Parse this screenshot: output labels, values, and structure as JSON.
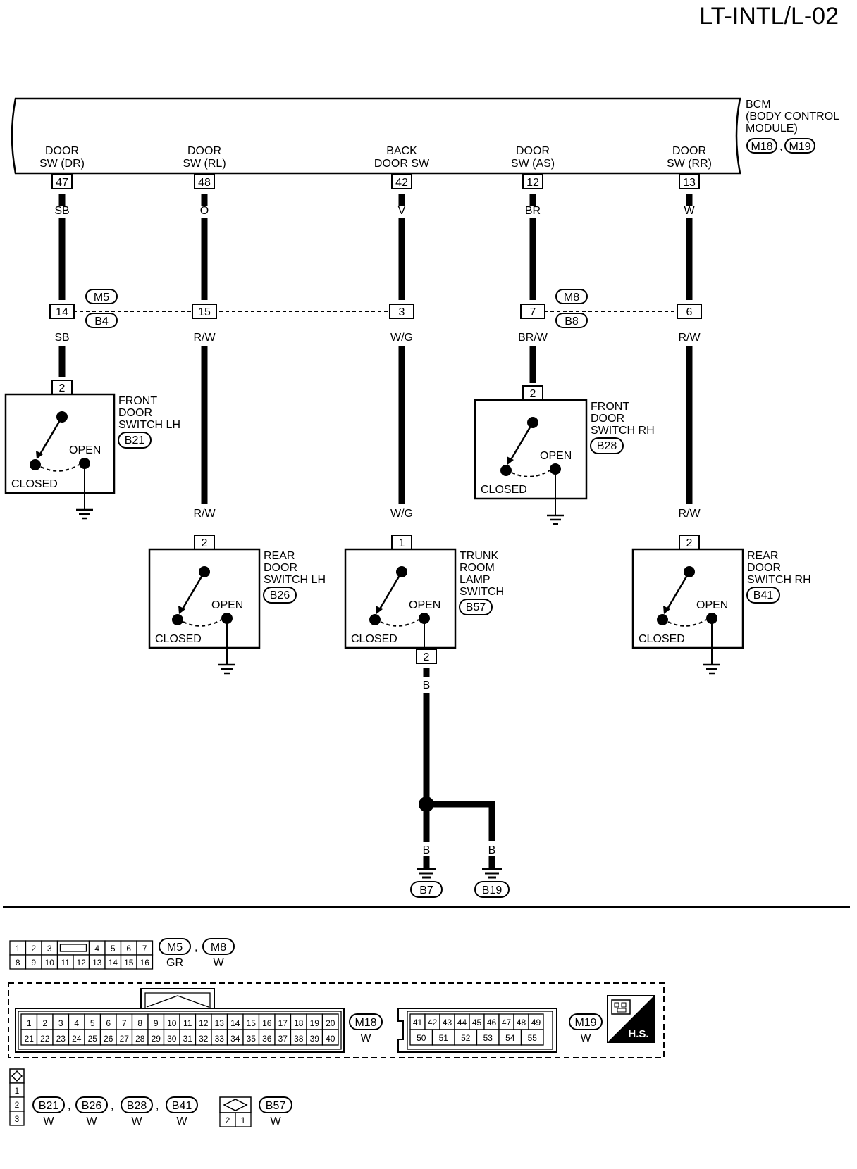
{
  "page_code": "LT-INTL/L-02",
  "bcm": {
    "label_lines": [
      "BCM",
      "(BODY CONTROL",
      "MODULE)"
    ],
    "connectors": [
      "M18",
      "M19"
    ],
    "terminals": [
      {
        "label_lines": [
          "DOOR",
          "SW (DR)"
        ],
        "pin": "47",
        "color_top": "SB",
        "joint_pin": "14",
        "color_bottom": "SB"
      },
      {
        "label_lines": [
          "DOOR",
          "SW (RL)"
        ],
        "pin": "48",
        "color_top": "O",
        "joint_pin": "15",
        "color_bottom": "R/W"
      },
      {
        "label_lines": [
          "BACK",
          "DOOR SW"
        ],
        "pin": "42",
        "color_top": "V",
        "joint_pin": "3",
        "color_bottom": "W/G"
      },
      {
        "label_lines": [
          "DOOR",
          "SW (AS)"
        ],
        "pin": "12",
        "color_top": "BR",
        "joint_pin": "7",
        "color_bottom": "BR/W"
      },
      {
        "label_lines": [
          "DOOR",
          "SW (RR)"
        ],
        "pin": "13",
        "color_top": "W",
        "joint_pin": "6",
        "color_bottom": "R/W"
      }
    ]
  },
  "joints": {
    "left": {
      "top": "M5",
      "bottom": "B4"
    },
    "right": {
      "top": "M8",
      "bottom": "B8"
    }
  },
  "switches": [
    {
      "id": "front-door-switch-lh",
      "name_lines": [
        "FRONT",
        "DOOR",
        "SWITCH LH"
      ],
      "connector": "B21",
      "pin": "2",
      "wire_in": "",
      "open": "OPEN",
      "closed": "CLOSED"
    },
    {
      "id": "rear-door-switch-lh",
      "name_lines": [
        "REAR",
        "DOOR",
        "SWITCH LH"
      ],
      "connector": "B26",
      "pin": "2",
      "wire_in": "R/W",
      "open": "OPEN",
      "closed": "CLOSED"
    },
    {
      "id": "trunk-room-lamp-switch",
      "name_lines": [
        "TRUNK",
        "ROOM",
        "LAMP",
        "SWITCH"
      ],
      "connector": "B57",
      "pin": "1",
      "pin_out": "2",
      "wire_in": "W/G",
      "wire_out": "B",
      "open": "OPEN",
      "closed": "CLOSED"
    },
    {
      "id": "front-door-switch-rh",
      "name_lines": [
        "FRONT",
        "DOOR",
        "SWITCH RH"
      ],
      "connector": "B28",
      "pin": "2",
      "wire_in": "",
      "open": "OPEN",
      "closed": "CLOSED"
    },
    {
      "id": "rear-door-switch-rh",
      "name_lines": [
        "REAR",
        "DOOR",
        "SWITCH RH"
      ],
      "connector": "B41",
      "pin": "2",
      "wire_in": "R/W",
      "open": "OPEN",
      "closed": "CLOSED"
    }
  ],
  "grounds": [
    {
      "wire": "B",
      "connector": "B7"
    },
    {
      "wire": "B",
      "connector": "B19"
    }
  ],
  "legend": {
    "m5_m8": {
      "row1": [
        "1",
        "2",
        "3",
        "",
        "4",
        "5",
        "6",
        "7"
      ],
      "row2": [
        "8",
        "9",
        "10",
        "11",
        "12",
        "13",
        "14",
        "15",
        "16"
      ],
      "connectors": [
        "M5",
        "M8"
      ],
      "colors": [
        "GR",
        "W"
      ]
    },
    "m18": {
      "row1": [
        "1",
        "2",
        "3",
        "4",
        "5",
        "6",
        "7",
        "8",
        "9",
        "10",
        "11",
        "12",
        "13",
        "14",
        "15",
        "16",
        "17",
        "18",
        "19",
        "20"
      ],
      "row2": [
        "21",
        "22",
        "23",
        "24",
        "25",
        "26",
        "27",
        "28",
        "29",
        "30",
        "31",
        "32",
        "33",
        "34",
        "35",
        "36",
        "37",
        "38",
        "39",
        "40"
      ],
      "connector": "M18",
      "color": "W"
    },
    "m19": {
      "row1": [
        "41",
        "42",
        "43",
        "44",
        "45",
        "46",
        "47",
        "48",
        "49"
      ],
      "row2": [
        "50",
        "51",
        "52",
        "53",
        "54",
        "55"
      ],
      "connector": "M19",
      "color": "W"
    },
    "hs_label": "H.S.",
    "b_conn": {
      "pins": [
        "1",
        "2",
        "3"
      ],
      "connectors": [
        "B21",
        "B26",
        "B28",
        "B41"
      ],
      "colors": [
        "W",
        "W",
        "W",
        "W"
      ]
    },
    "b57": {
      "pins": [
        "2",
        "1"
      ],
      "connector": "B57",
      "color": "W"
    }
  }
}
